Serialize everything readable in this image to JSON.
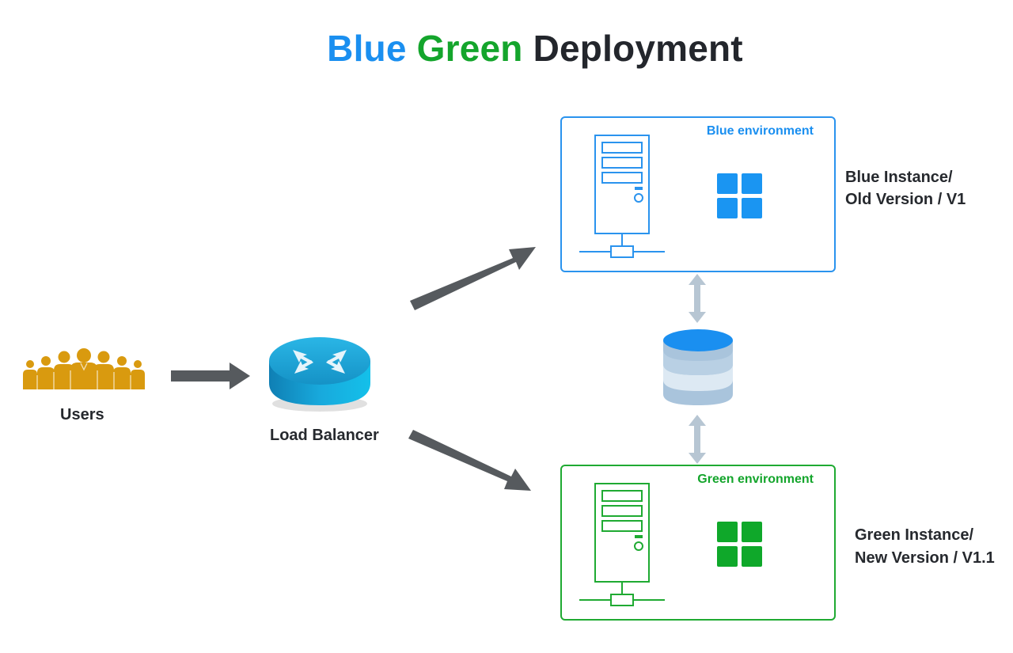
{
  "title": {
    "word1": "Blue",
    "word2": "Green",
    "word3": "Deployment",
    "colors": {
      "word1": "#1a8ff0",
      "word2": "#14a52c",
      "word3": "#23262c"
    }
  },
  "users": {
    "label": "Users",
    "icon": "users-group-icon",
    "color": "#d99a0f"
  },
  "load_balancer": {
    "label": "Load Balancer",
    "icon": "router-icon",
    "color": "#1ab4e0"
  },
  "blue_env": {
    "title": "Blue environment",
    "caption_line1": "Blue Instance/",
    "caption_line2": "Old Version / V1",
    "color": "#2a93ee",
    "icons": [
      "server-icon",
      "windows-logo-icon"
    ]
  },
  "green_env": {
    "title": "Green environment",
    "caption_line1": "Green Instance/",
    "caption_line2": "New Version / V1.1",
    "color": "#1faa32",
    "icons": [
      "server-icon",
      "windows-logo-icon"
    ]
  },
  "database": {
    "icon": "database-icon",
    "color": "#1a8ff0"
  },
  "arrow_color": "#565a5e",
  "sync_arrow_color": "#b7c6d3"
}
